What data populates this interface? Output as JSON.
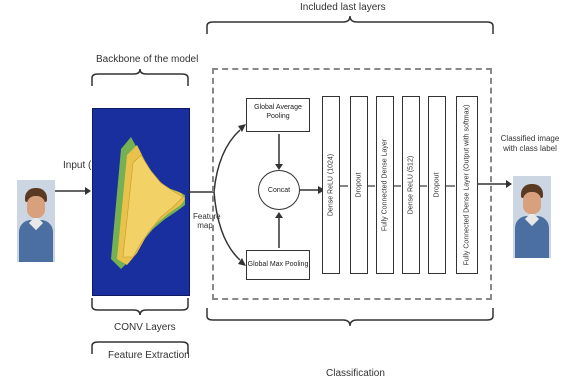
{
  "titles": {
    "top_layers": "Included last layers",
    "backbone": "Backbone of the model",
    "conv_layers": "CONV Layers",
    "feature_extraction": "Feature Extraction",
    "classification": "Classification"
  },
  "labels": {
    "input": "Input (I)",
    "feature_map": "Feature map",
    "output": "Classified image with class label"
  },
  "pooling": {
    "avg": "Global Average Pooling",
    "max": "Global Max Pooling",
    "concat": "Concat"
  },
  "layers": [
    "Dense ReLU (1024)",
    "Dropout",
    "Fully Connected Dense Layer",
    "Dense ReLU (512)",
    "Dropout",
    "Fully Connected Dense Layer (Output with softmax)"
  ],
  "colors": {
    "backbone": "#1a2f9e",
    "conv_fill": "#e8c24a",
    "conv_green": "#7fbf4a"
  }
}
